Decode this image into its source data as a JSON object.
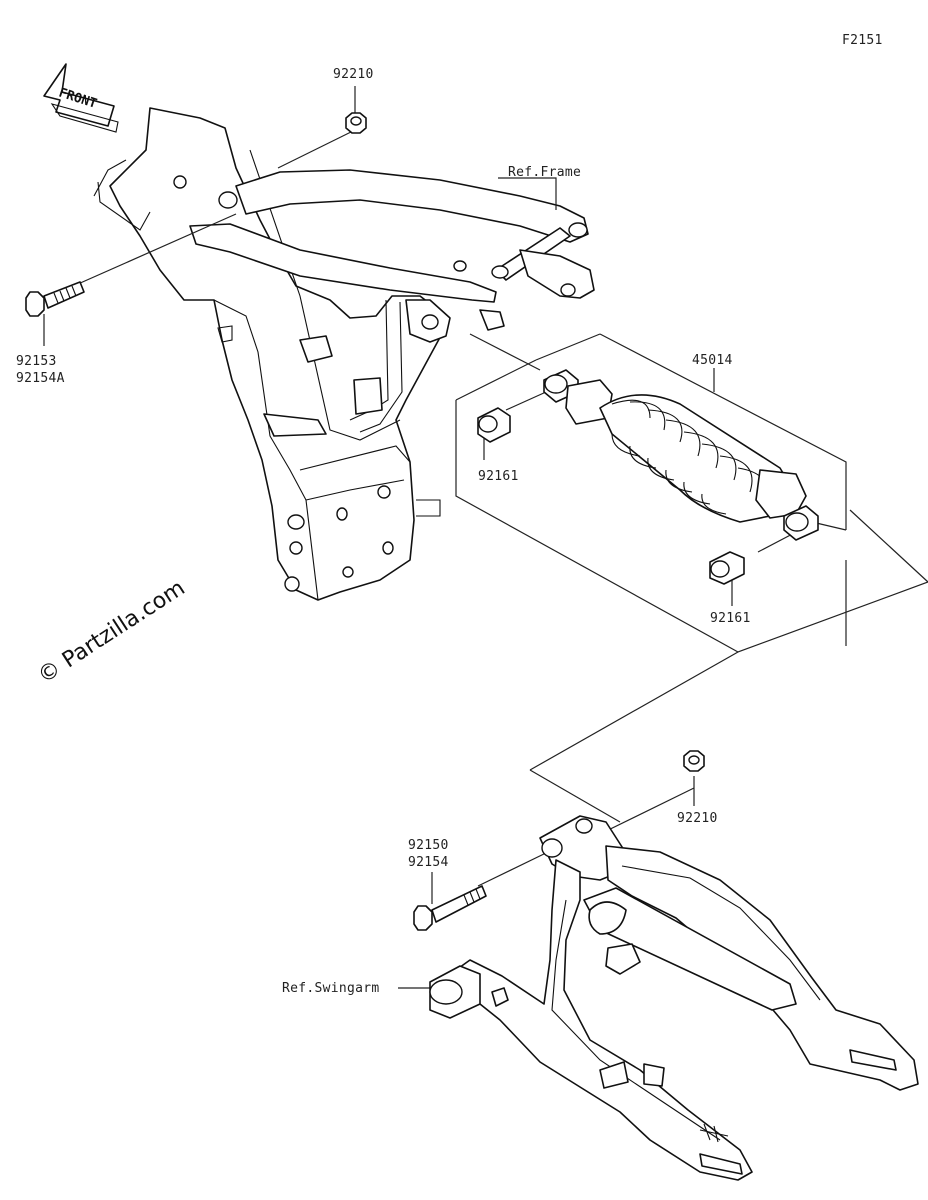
{
  "figure_code": "F2151",
  "front_label": "FRONT",
  "watermark": "© Partzilla.com",
  "labels": {
    "nut_top": "92210",
    "ref_frame": "Ref.Frame",
    "bolt_top_a": "92153",
    "bolt_top_b": "92154A",
    "shock": "45014",
    "bush_upper": "92161",
    "bush_lower": "92161",
    "nut_bottom": "92210",
    "bolt_bot_a": "92150",
    "bolt_bot_b": "92154",
    "ref_swingarm": "Ref.Swingarm"
  }
}
